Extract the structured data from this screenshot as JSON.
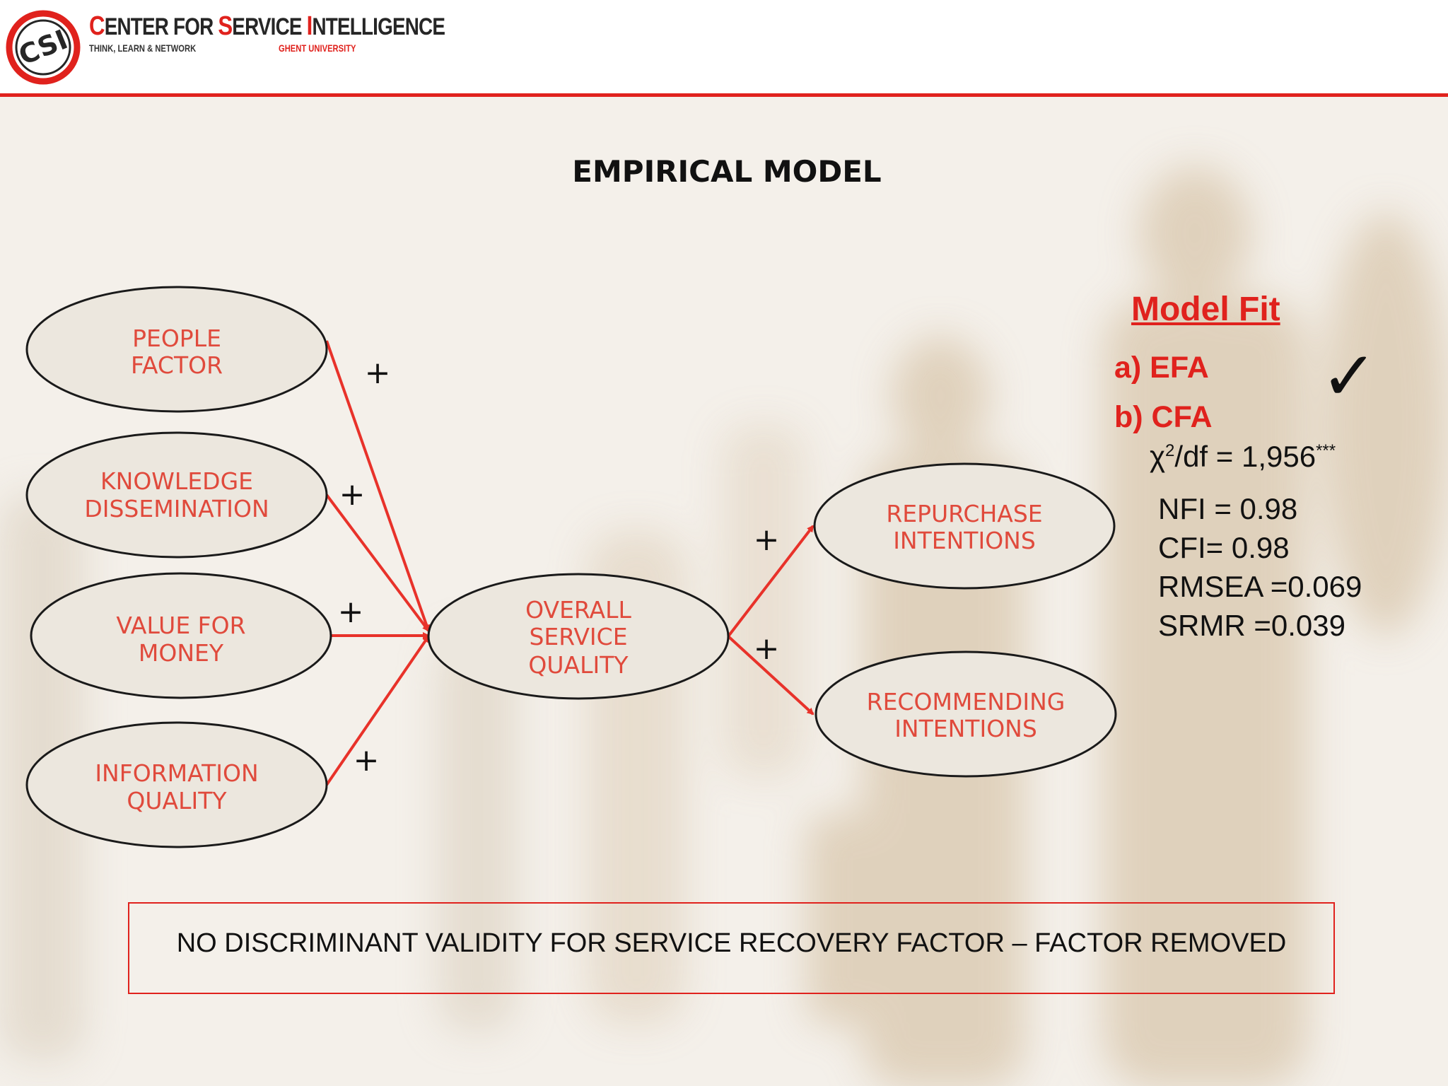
{
  "header": {
    "logo_text": "CSI",
    "brand_parts": [
      "C",
      "ENTER FOR ",
      "S",
      "ERVICE ",
      "I",
      "NTELLIGENCE"
    ],
    "tagline": "THINK, LEARN & NETWORK",
    "university": "GHENT UNIVERSITY"
  },
  "slide_title": "EMPIRICAL MODEL",
  "diagram": {
    "nodes": {
      "people": [
        "PEOPLE",
        "FACTOR"
      ],
      "knowledge": [
        "KNOWLEDGE",
        "DISSEMINATION"
      ],
      "value": [
        "VALUE FOR",
        "MONEY"
      ],
      "information": [
        "INFORMATION",
        "QUALITY"
      ],
      "overall": [
        "OVERALL",
        "SERVICE",
        "QUALITY"
      ],
      "repurchase": [
        "REPURCHASE",
        "INTENTIONS"
      ],
      "recommending": [
        "RECOMMENDING",
        "INTENTIONS"
      ]
    },
    "edge_sign": "+",
    "colors": {
      "arrow": "#e8322a",
      "label": "#e04a3c",
      "outline": "#1a1a1a"
    }
  },
  "model_fit": {
    "title": "Model Fit",
    "efa": "a) EFA",
    "cfa": "b) CFA",
    "check_icon": "✓",
    "chi_base": "χ",
    "chi_exp": "2",
    "chi_rest": "/df = 1,956",
    "chi_sig": "***",
    "stats": [
      "NFI = 0.98",
      "CFI= 0.98",
      "RMSEA =0.069",
      "SRMR =0.039"
    ]
  },
  "note": "NO DISCRIMINANT VALIDITY FOR SERVICE RECOVERY FACTOR – FACTOR REMOVED"
}
